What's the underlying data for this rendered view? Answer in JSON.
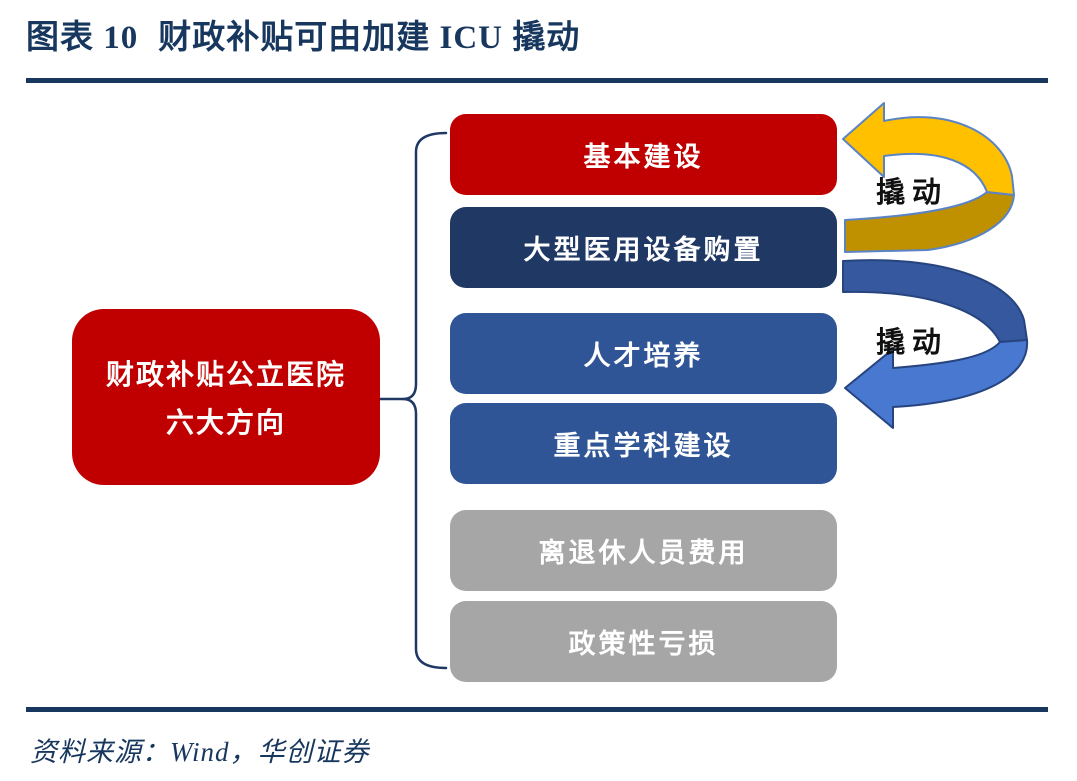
{
  "figure": {
    "label": "图表 10",
    "title": "财政补贴可由加建 ICU 撬动"
  },
  "diagram": {
    "source_box": {
      "line1": "财政补贴公立医院",
      "line2": "六大方向",
      "color": "#C00000"
    },
    "items": [
      {
        "label": "基本建设",
        "color": "#C00000"
      },
      {
        "label": "大型医用设备购置",
        "color": "#1F3864"
      },
      {
        "label": "人才培养",
        "color": "#2F5597"
      },
      {
        "label": "重点学科建设",
        "color": "#2F5597"
      },
      {
        "label": "离退休人员费用",
        "color": "#A6A6A6"
      },
      {
        "label": "政策性亏损",
        "color": "#A6A6A6"
      }
    ],
    "arrows": [
      {
        "label": "撬动",
        "points_to": "基本建设",
        "color_top": "#FFC000",
        "color_bottom": "#BF9000",
        "outline": "#5B84C4"
      },
      {
        "label": "撬动",
        "points_to": "人才培养",
        "color_top": "#35589E",
        "color_bottom": "#4878CF",
        "outline": "#27447F"
      }
    ]
  },
  "footer": {
    "source": "资料来源：Wind，华创证券"
  },
  "theme": {
    "heading_color": "#17375E",
    "rule_color": "#17375E",
    "bracket_color": "#1F3864",
    "box_text_color": "#FFFFFF"
  }
}
